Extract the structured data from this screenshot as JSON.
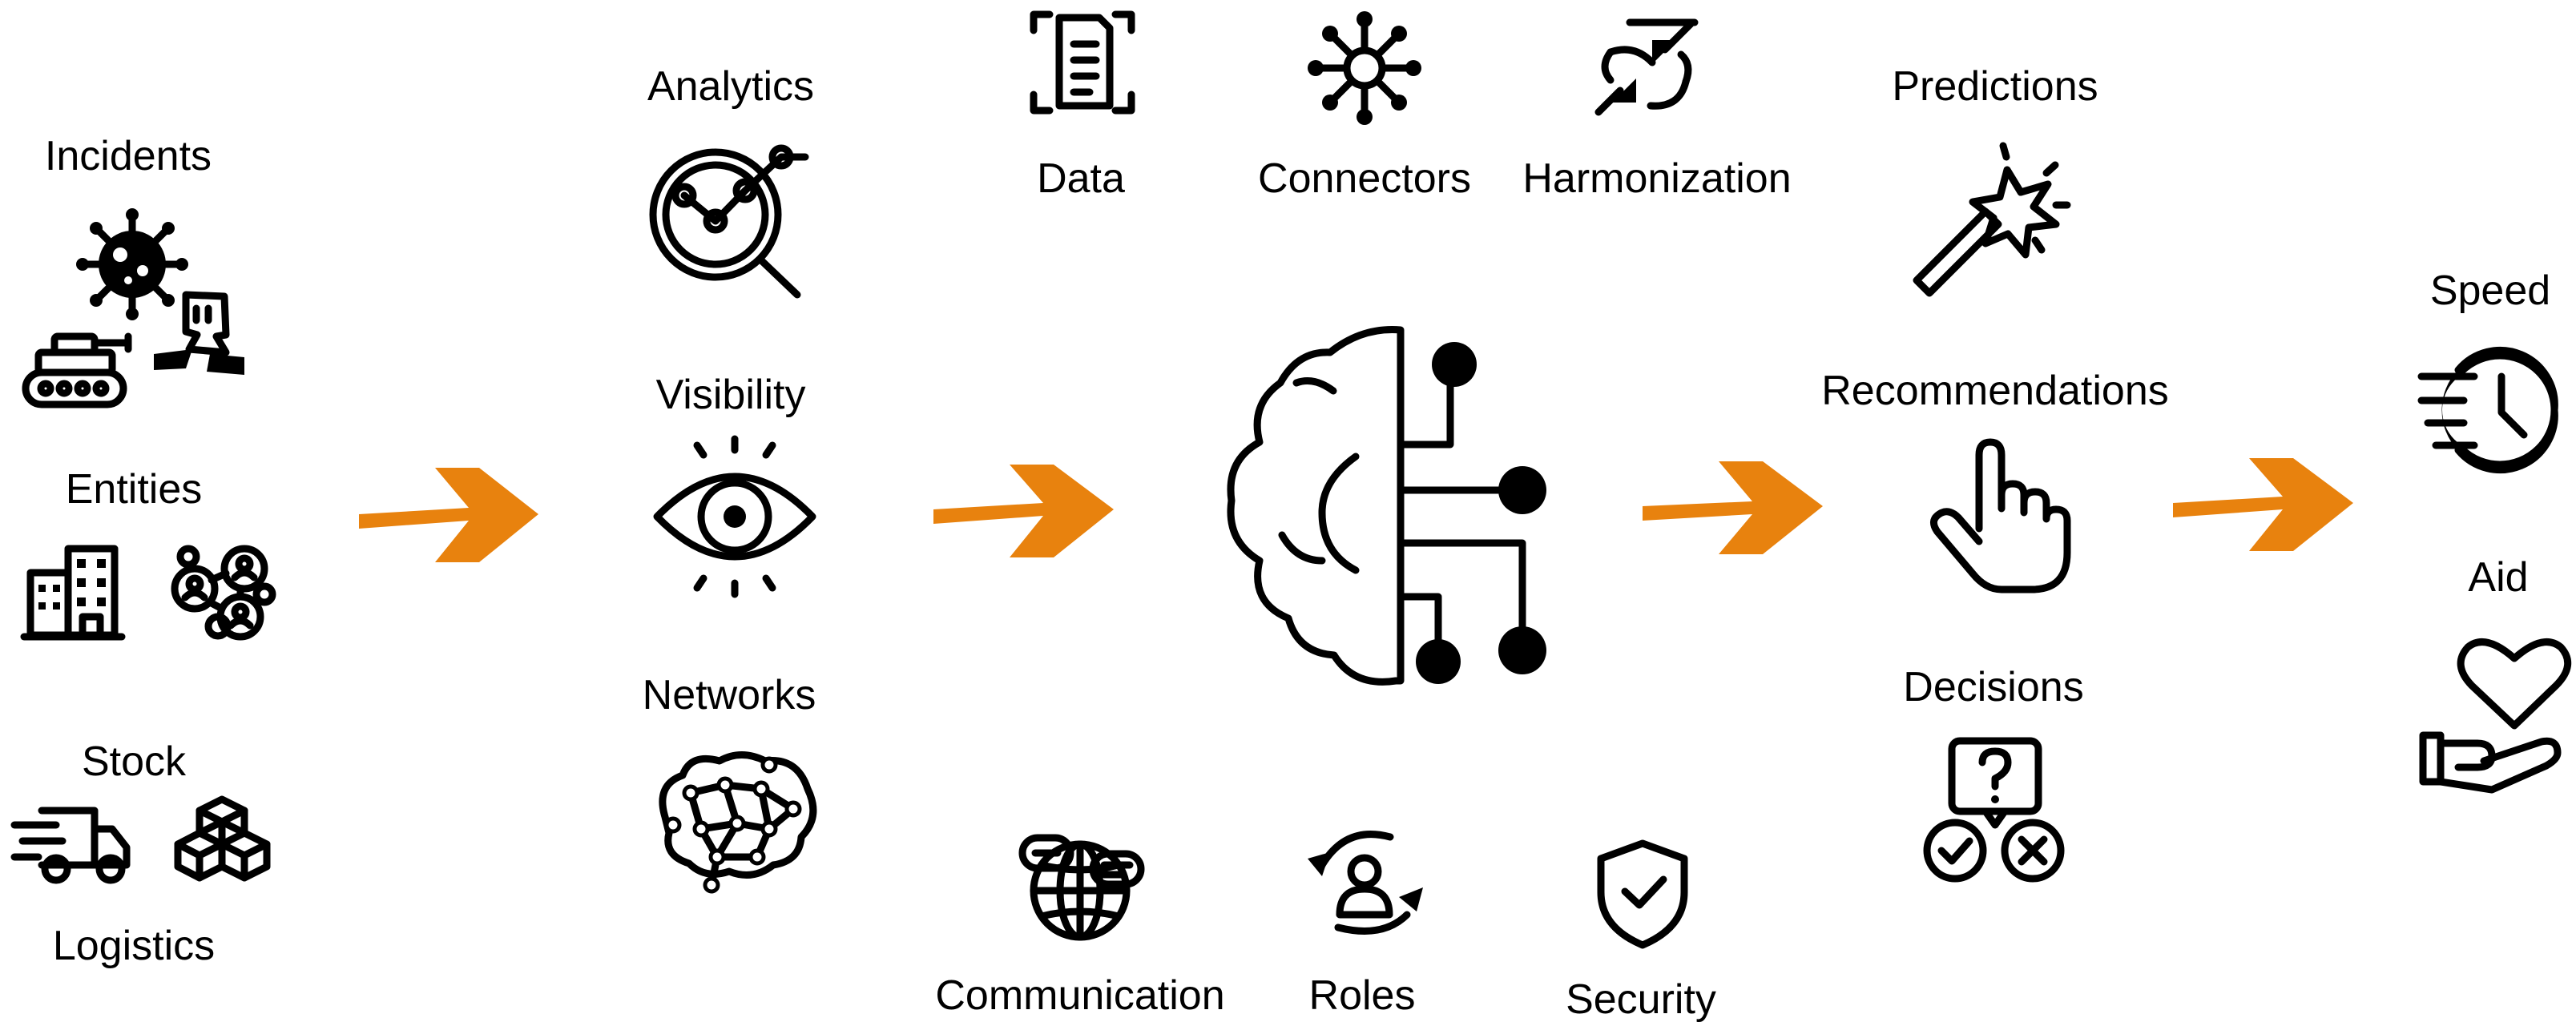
{
  "inputs": {
    "incidents": "Incidents",
    "entities": "Entities",
    "stock": "Stock",
    "logistics": "Logistics"
  },
  "capabilities": {
    "analytics": "Analytics",
    "visibility": "Visibility",
    "networks": "Networks"
  },
  "platform_top": {
    "data": "Data",
    "connectors": "Connectors",
    "harmonization": "Harmonization"
  },
  "platform_bottom": {
    "communication": "Communication",
    "roles": "Roles",
    "security": "Security"
  },
  "outputs": {
    "predictions": "Predictions",
    "recommendations": "Recommendations",
    "decisions": "Decisions"
  },
  "outcomes": {
    "speed": "Speed",
    "aid": "Aid"
  },
  "colors": {
    "arrow": "#E8820E",
    "icon": "#000000"
  },
  "icons": [
    "virus-icon",
    "tank-icon",
    "damaged-building-icon",
    "office-building-icon",
    "people-network-icon",
    "delivery-truck-icon",
    "boxes-icon",
    "analytics-magnifier-icon",
    "eye-icon",
    "neural-network-icon",
    "document-scan-icon",
    "connectors-icon",
    "sync-arrows-icon",
    "ai-brain-circuit-icon",
    "globe-chat-icon",
    "user-rotate-icon",
    "shield-check-icon",
    "magic-wand-icon",
    "pointing-hand-icon",
    "decision-icon",
    "fast-clock-icon",
    "heart-hand-icon"
  ]
}
